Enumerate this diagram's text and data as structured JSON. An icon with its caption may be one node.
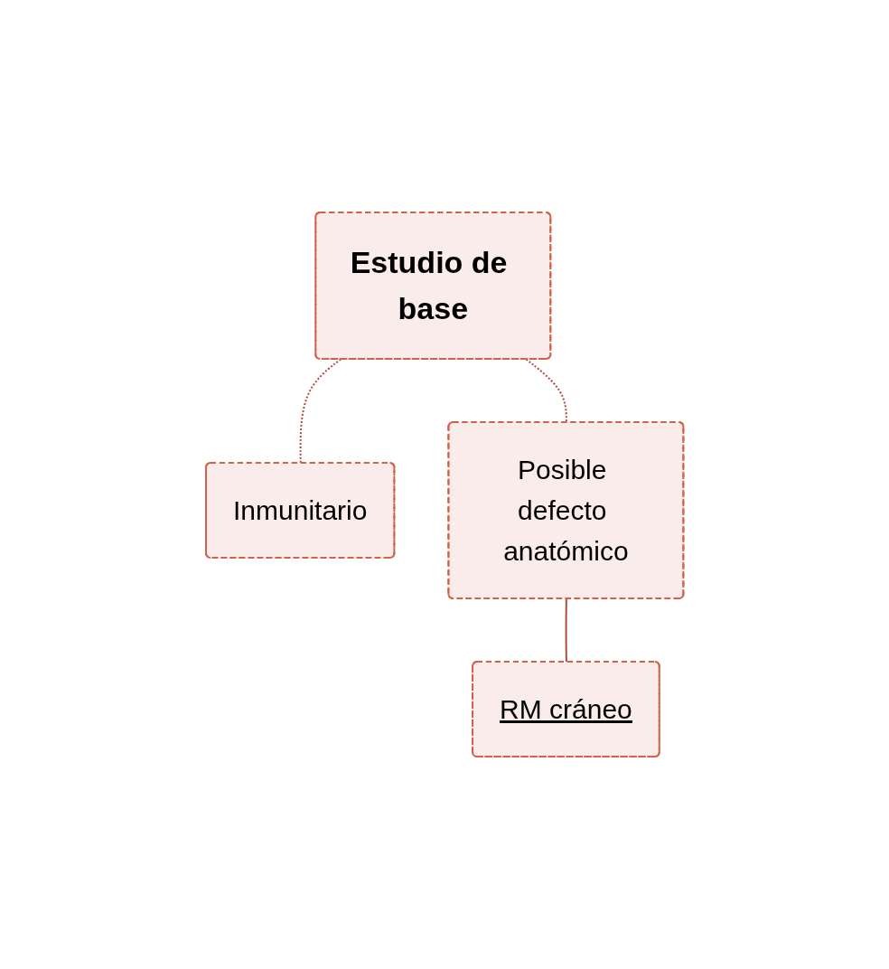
{
  "diagram": {
    "nodes": [
      {
        "text": [
          "Estudio de base"
        ]
      },
      {
        "text": [
          "Inmunitario"
        ]
      },
      {
        "text": [
          "Posible defecto anatómico"
        ]
      },
      {
        "text": [
          "RM cráneo"
        ]
      }
    ],
    "edges": [
      {
        "from": 0,
        "to": 1,
        "arrow": "none",
        "style": "dashed"
      },
      {
        "from": 0,
        "to": 2,
        "arrow": "none",
        "style": "dashed"
      },
      {
        "from": 2,
        "to": 3,
        "arrow": "none"
      }
    ]
  }
}
